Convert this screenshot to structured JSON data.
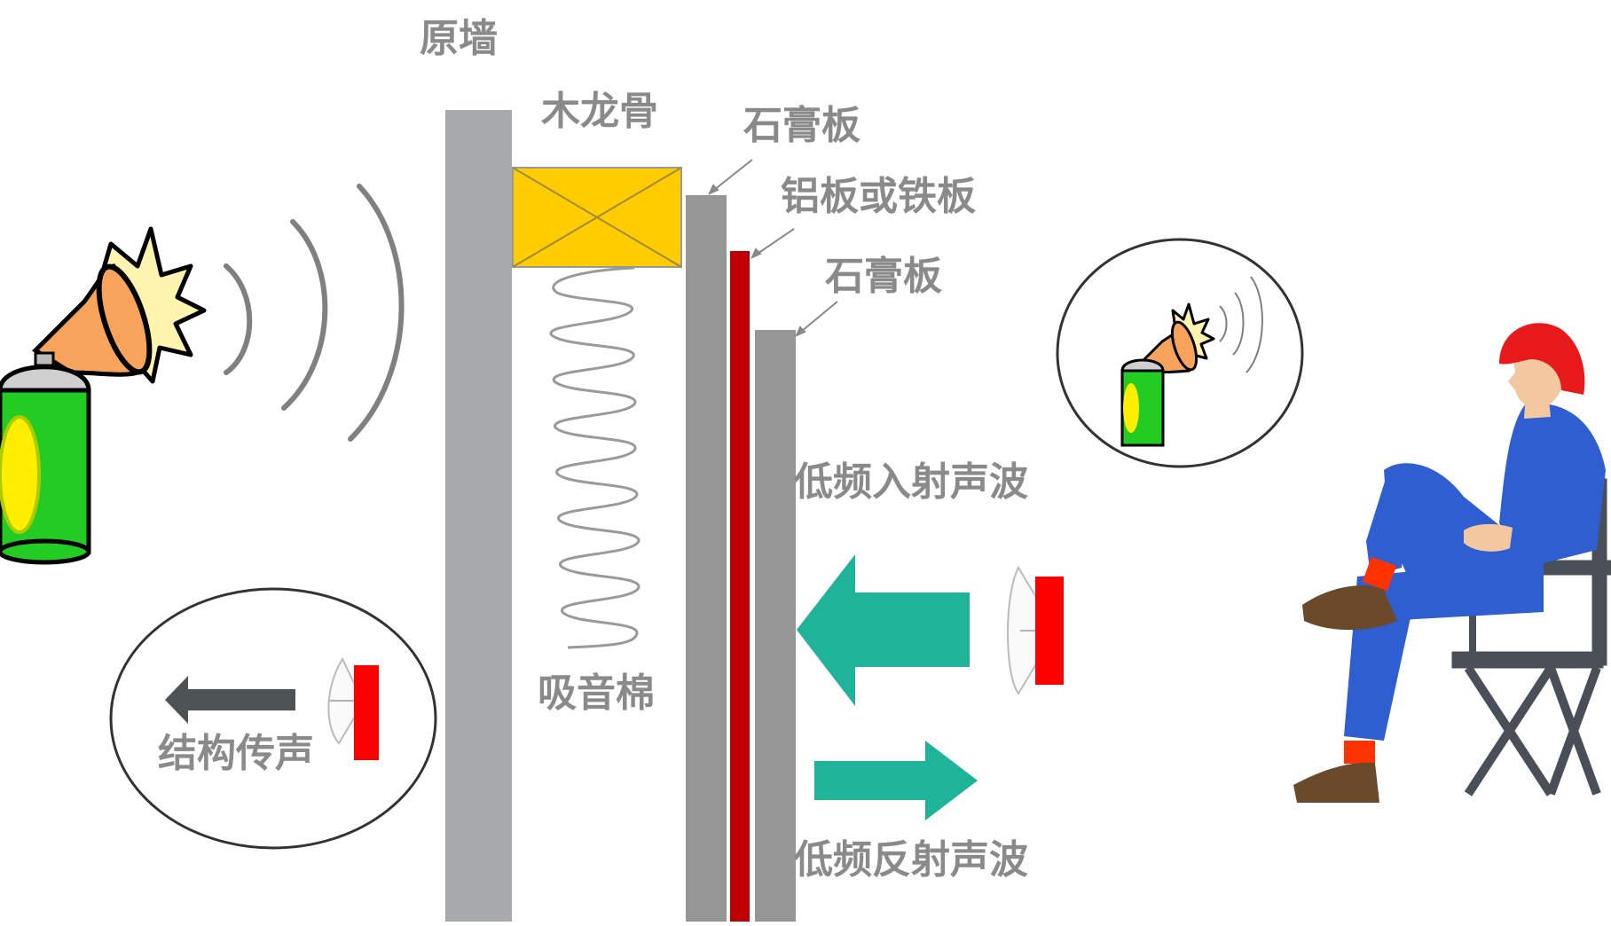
{
  "labels": {
    "original_wall": "原墙",
    "wood_keel": "木龙骨",
    "gypsum_board_1": "石膏板",
    "metal_sheet": "铝板或铁板",
    "gypsum_board_2": "石膏板",
    "absorbing_cotton": "吸音棉",
    "incident_wave": "低频入射声波",
    "reflected_wave": "低频反射声波",
    "structure_borne": "结构传声"
  },
  "colors": {
    "wall": "#a7a9ac",
    "board": "#969696",
    "metal": "#c00000",
    "keel": "#ffcc00",
    "teal_arrow": "#1fb39a",
    "dark_arrow": "#4d5353",
    "label_text": "#8a8a8a",
    "speaker_red": "#ff0000",
    "sound_arc": "#808080"
  },
  "icons": {
    "spray_can": "spray-can-horn-icon",
    "person": "seated-worker-icon",
    "speaker": "loudspeaker-icon"
  }
}
